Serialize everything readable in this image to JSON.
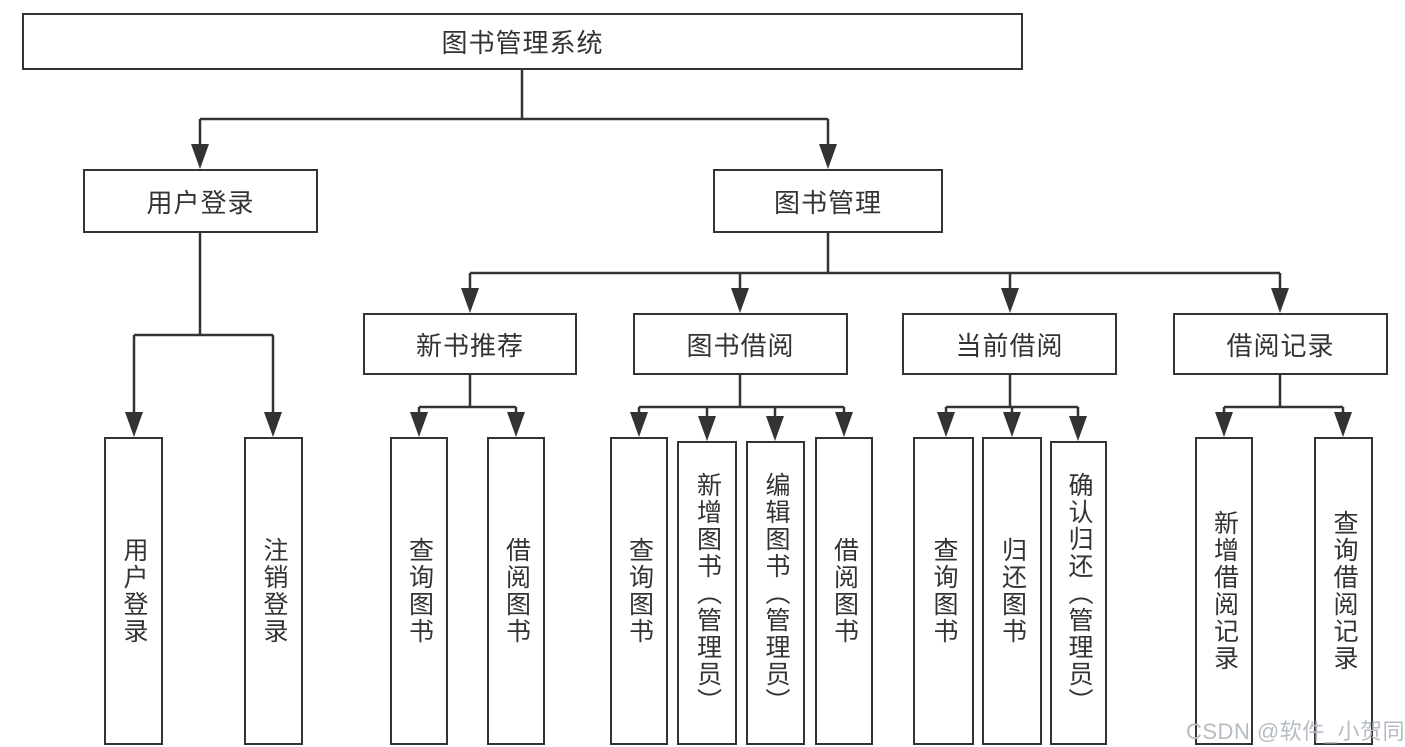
{
  "diagram": {
    "title": "图书管理系统",
    "colors": {
      "line": "#333333",
      "box_border": "#333333",
      "box_background": "#ffffff",
      "text": "#333333",
      "watermark_text": "#b6bcc3"
    },
    "tree": {
      "root": {
        "label": "图书管理系统"
      },
      "children": [
        {
          "label": "用户登录",
          "children": [
            {
              "label": "用户登录"
            },
            {
              "label": "注销登录"
            }
          ]
        },
        {
          "label": "图书管理",
          "children": [
            {
              "label": "新书推荐",
              "children": [
                {
                  "label": "查询图书"
                },
                {
                  "label": "借阅图书"
                }
              ]
            },
            {
              "label": "图书借阅",
              "children": [
                {
                  "label": "查询图书"
                },
                {
                  "label": "新增图书（管理员）"
                },
                {
                  "label": "编辑图书（管理员）"
                },
                {
                  "label": "借阅图书"
                }
              ]
            },
            {
              "label": "当前借阅",
              "children": [
                {
                  "label": "查询图书"
                },
                {
                  "label": "归还图书"
                },
                {
                  "label": "确认归还（管理员）"
                }
              ]
            },
            {
              "label": "借阅记录",
              "children": [
                {
                  "label": "新增借阅记录"
                },
                {
                  "label": "查询借阅记录"
                }
              ]
            }
          ]
        }
      ]
    },
    "watermark": {
      "text": "CSDN @软件_小贺同学"
    }
  }
}
